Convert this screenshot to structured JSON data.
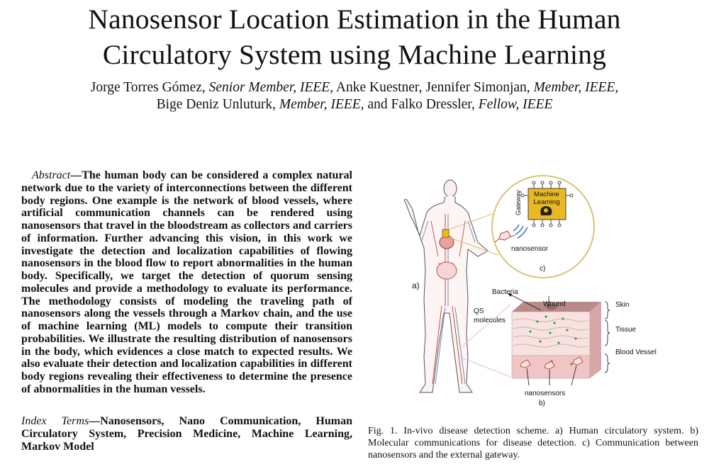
{
  "paper": {
    "title_line1": "Nanosensor Location Estimation in the Human",
    "title_line2": "Circulatory System using Machine Learning",
    "authors": [
      {
        "name": "Jorge Torres Gómez,",
        "role": "Senior Member, IEEE,"
      },
      {
        "name": "Anke Kuestner, Jennifer Simonjan,",
        "role": "Member, IEEE,"
      },
      {
        "name": "Bige Deniz Unluturk,",
        "role": "Member, IEEE,"
      },
      {
        "name": "and Falko Dressler,",
        "role": "Fellow, IEEE"
      }
    ],
    "abstract_label": "Abstract",
    "abstract_text": "—The human body can be considered a complex natural network due to the variety of interconnections between the different body regions. One example is the network of blood vessels, where artificial communication channels can be rendered using nanosensors that travel in the bloodstream as collectors and carriers of information. Further advancing this vision, in this work we investigate the detection and localization capabilities of flowing nanosensors in the blood flow to report abnormalities in the human body. Specifically, we target the detection of quorum sensing molecules and provide a methodology to evaluate its performance. The methodology consists of modeling the traveling path of nanosensors along the vessels through a Markov chain, and the use of machine learning (ML) models to compute their transition probabilities. We illustrate the resulting distribution of nanosensors in the body, which evidences a close match to expected results. We also evaluate their detection and localization capabilities in different body regions revealing their effectiveness to determine the presence of abnormalities in the human vessels.",
    "index_label": "Index Terms",
    "index_text": "—Nanosensors, Nano Communication, Human Circulatory System, Precision Medicine, Machine Learning, Markov Model"
  },
  "figure": {
    "label_a": "a)",
    "label_b": "b)",
    "label_c": "c)",
    "gateway": "Gateway",
    "ml_line1": "Machine",
    "ml_line2": "Learning",
    "nanosensor": "nanosensor",
    "bacteria": "Bacteria",
    "wound": "Wound",
    "qs_line1": "QS",
    "qs_line2": "molecules",
    "skin": "Skin",
    "tissue": "Tissue",
    "blood_vessel": "Blood Vessel",
    "nanosensors": "nanosensors",
    "colors": {
      "gateway_gold": "#e8b923",
      "circle": "#d9c27a",
      "blood": "#e8a9a9",
      "skin": "#b98a8a",
      "green": "#2ea83a",
      "vein": "#5b7fb5",
      "artery": "#c0392b"
    }
  },
  "caption": {
    "text": "Fig. 1.   In-vivo disease detection scheme. a) Human circulatory system. b) Molecular communications for disease detection. c) Communication between nanosensors and the external gateway."
  }
}
